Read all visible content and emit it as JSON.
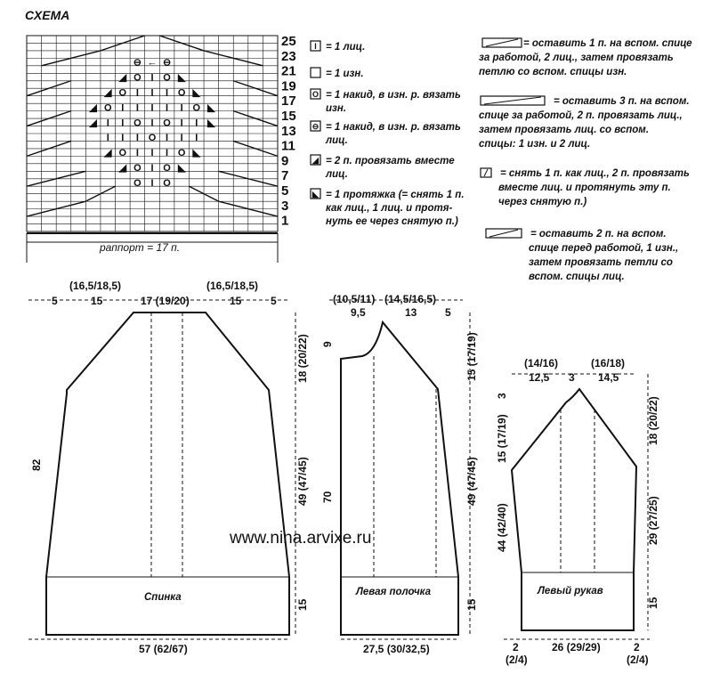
{
  "title": "СХЕМА",
  "chart": {
    "row_numbers": [
      "25",
      "23",
      "21",
      "19",
      "17",
      "15",
      "13",
      "11",
      "9",
      "7",
      "5",
      "3",
      "1"
    ],
    "rapport": "раппорт = 17 п."
  },
  "legend": [
    {
      "symbol": "I",
      "text_lines": [
        "= 1 лиц."
      ]
    },
    {
      "symbol": "",
      "text_lines": [
        "= 1 изн."
      ]
    },
    {
      "symbol": "O",
      "text_lines": [
        "= 1 накид, в изн. р. вязать",
        "изн."
      ]
    },
    {
      "symbol": "⊖",
      "text_lines": [
        "= 1 накид, в изн. р. вязать",
        "лиц."
      ]
    },
    {
      "symbol": "◢",
      "text_lines": [
        "= 2 п. провязать вместе",
        "лиц."
      ]
    },
    {
      "symbol": "◣",
      "text_lines": [
        "= 1 протяжка (= снять 1 п.",
        "как лиц., 1 лиц. и протя-",
        "нуть ее через снятую п.)"
      ]
    }
  ],
  "legend_right": [
    {
      "text_lines": [
        "= оставить 1 п. на вспом. спице",
        "за работой, 2 лиц., затем провязать",
        "петлю со вспом. спицы изн."
      ]
    },
    {
      "text_lines": [
        "= оставить 3 п. на вспом.",
        "спице за работой, 2 п. провязать лиц.,",
        "затем провязать лиц. со вспом.",
        "спицы: 1 изн. и 2 лиц."
      ]
    },
    {
      "text_lines": [
        "= снять 1 п. как лиц., 2 п. провязать",
        "вместе лиц. и протянуть эту п.",
        "через снятую п.)"
      ]
    },
    {
      "text_lines": [
        "= оставить 2 п. на вспом.",
        "спице перед работой, 1 изн.,",
        "затем провязать петли со",
        "вспом. спицы лиц."
      ]
    }
  ],
  "back": {
    "name": "Спинка",
    "top_dims": [
      "5",
      "15",
      "17 (19/20)",
      "15",
      "5"
    ],
    "top_sizes": [
      "(16,5/18,5)",
      "(16,5/18,5)"
    ],
    "height_left": "82",
    "armhole": "18 (20/22)",
    "side": "49 (47/45)",
    "band": "15",
    "width": "57 (62/67)"
  },
  "front": {
    "name": "Левая полочка",
    "top_sizes": [
      "(10,5/11)",
      "(14,5/16,5)"
    ],
    "top_dims": [
      "9,5",
      "13",
      "5"
    ],
    "neck": "9",
    "height_left": "70",
    "armhole": "15 (17/19)",
    "side": "49 (47/45)",
    "band": "15",
    "width": "27,5 (30/32,5)"
  },
  "sleeve": {
    "name": "Левый рукав",
    "top_sizes": [
      "(14/16)",
      "(16/18)"
    ],
    "top_dims": [
      "12,5",
      "3",
      "14,5"
    ],
    "cap_top": "3",
    "cap_left": "15 (17/19)",
    "cap_right": "18 (20/22)",
    "length_left": "44 (42/40)",
    "length_right": "29 (27/25)",
    "band": "15",
    "bottom": "26 (29/29)",
    "bottom_side": [
      "2",
      "(2/4)"
    ]
  },
  "watermark": "www.nina.arvixe.ru"
}
